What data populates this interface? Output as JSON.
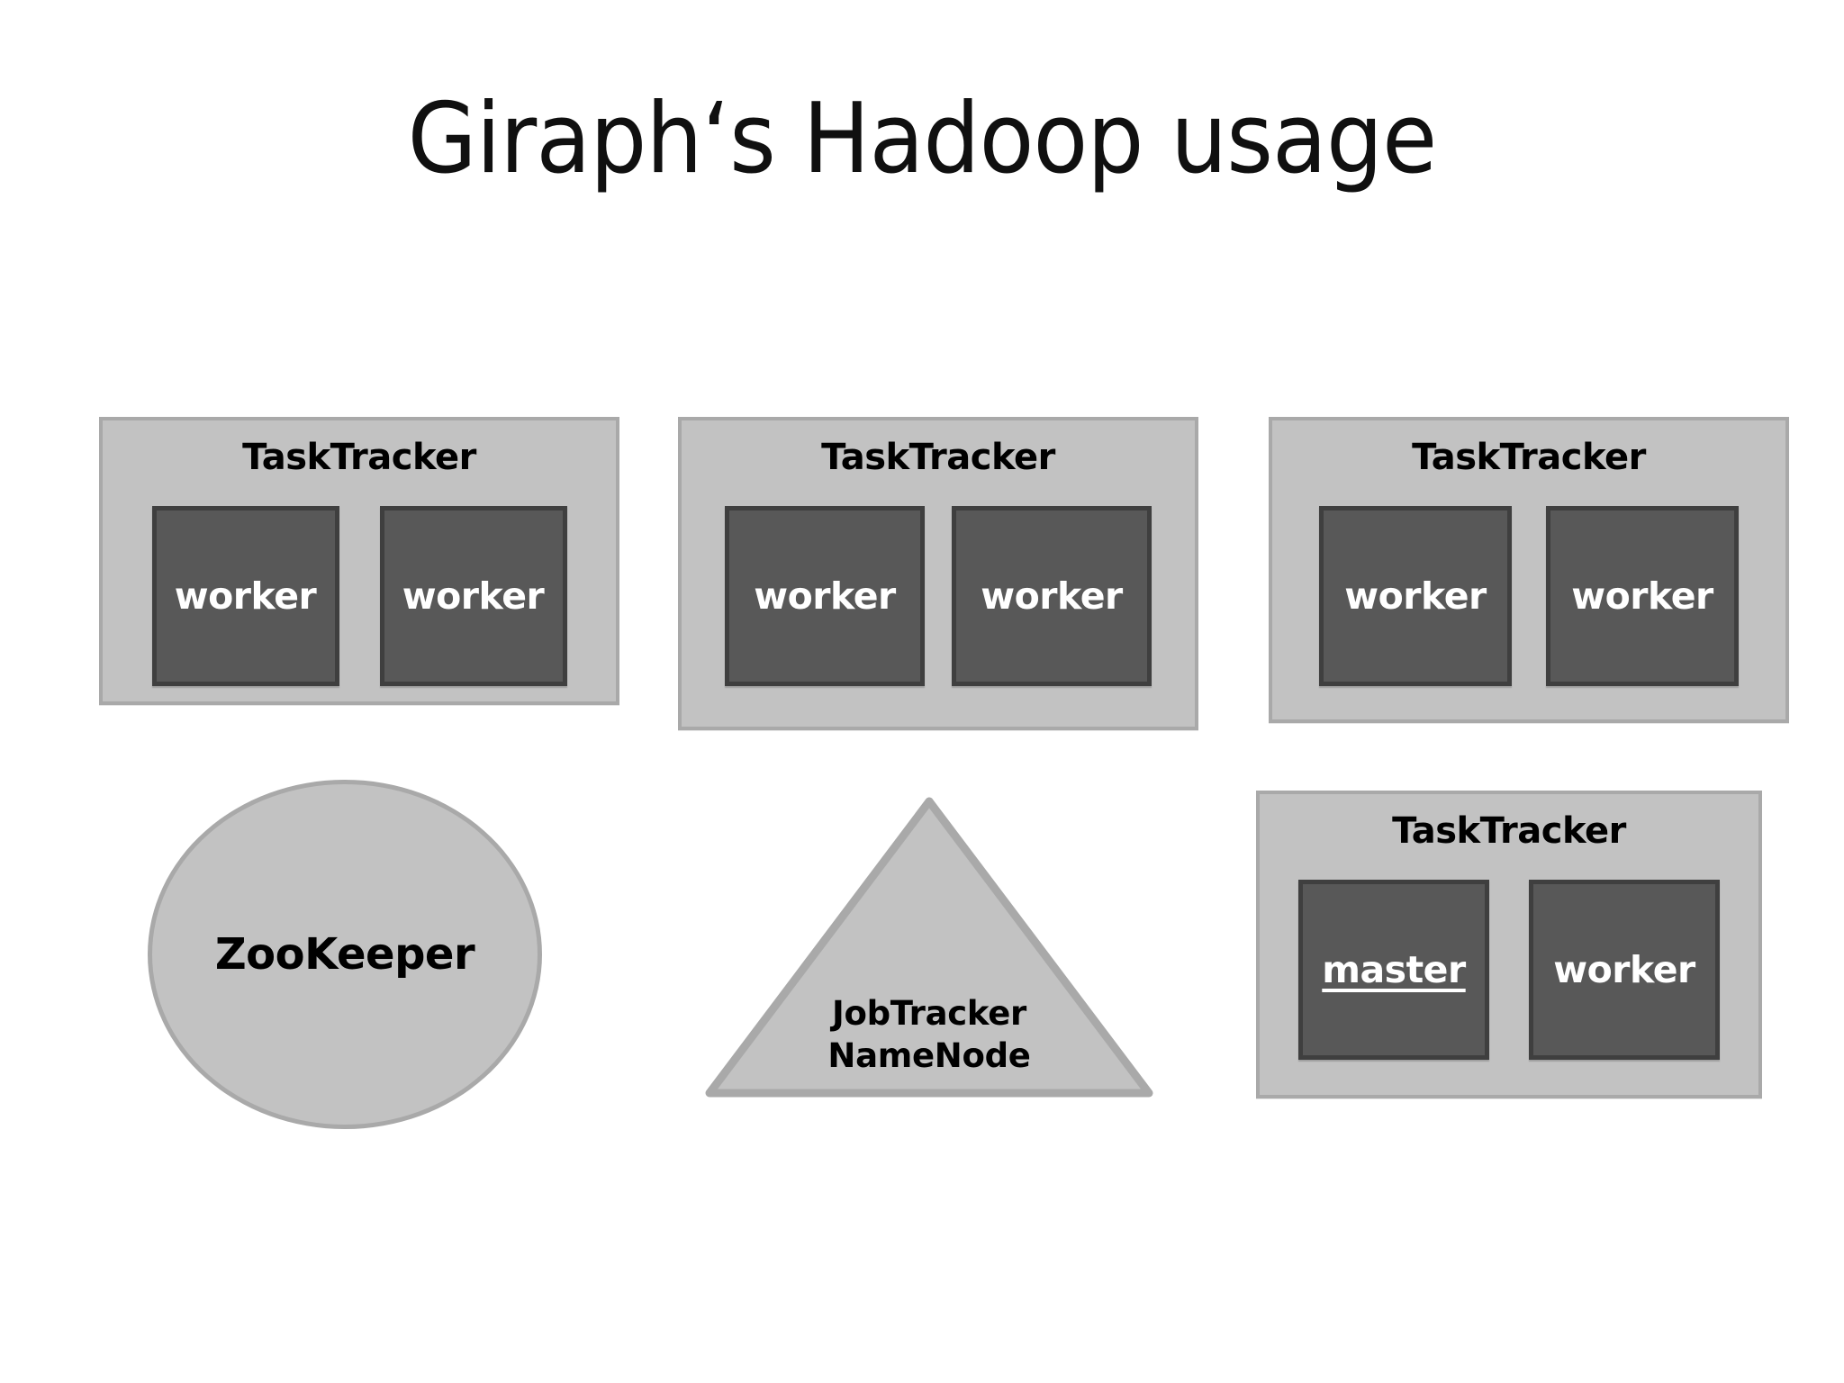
{
  "slide": {
    "title": "Giraph‘s Hadoop usage",
    "background_color": "#ffffff"
  },
  "colors": {
    "shape_fill": "#c2c2c2",
    "shape_border": "#a9a9a9",
    "slot_fill": "#585858",
    "slot_border": "#3f3f3f",
    "slot_text": "#ffffff",
    "label_text": "#000000",
    "title_text": "#101010"
  },
  "diagram": {
    "type": "block-diagram",
    "tasktrackers": [
      {
        "id": "tasktracker-1",
        "label": "TaskTracker",
        "position": "top-left",
        "slots": [
          {
            "label": "worker",
            "role": "worker",
            "underlined": false
          },
          {
            "label": "worker",
            "role": "worker",
            "underlined": false
          }
        ]
      },
      {
        "id": "tasktracker-2",
        "label": "TaskTracker",
        "position": "top-center",
        "slots": [
          {
            "label": "worker",
            "role": "worker",
            "underlined": false
          },
          {
            "label": "worker",
            "role": "worker",
            "underlined": false
          }
        ]
      },
      {
        "id": "tasktracker-3",
        "label": "TaskTracker",
        "position": "top-right",
        "slots": [
          {
            "label": "worker",
            "role": "worker",
            "underlined": false
          },
          {
            "label": "worker",
            "role": "worker",
            "underlined": false
          }
        ]
      },
      {
        "id": "tasktracker-4",
        "label": "TaskTracker",
        "position": "bottom-right",
        "slots": [
          {
            "label": "master",
            "role": "master",
            "underlined": true
          },
          {
            "label": "worker",
            "role": "worker",
            "underlined": false
          }
        ]
      }
    ],
    "zookeeper": {
      "id": "zookeeper",
      "label": "ZooKeeper",
      "shape": "ellipse",
      "position": "bottom-left"
    },
    "jobtracker": {
      "id": "jobtracker-namenode",
      "shape": "triangle",
      "position": "bottom-center",
      "line1": "JobTracker",
      "line2": "NameNode"
    }
  }
}
